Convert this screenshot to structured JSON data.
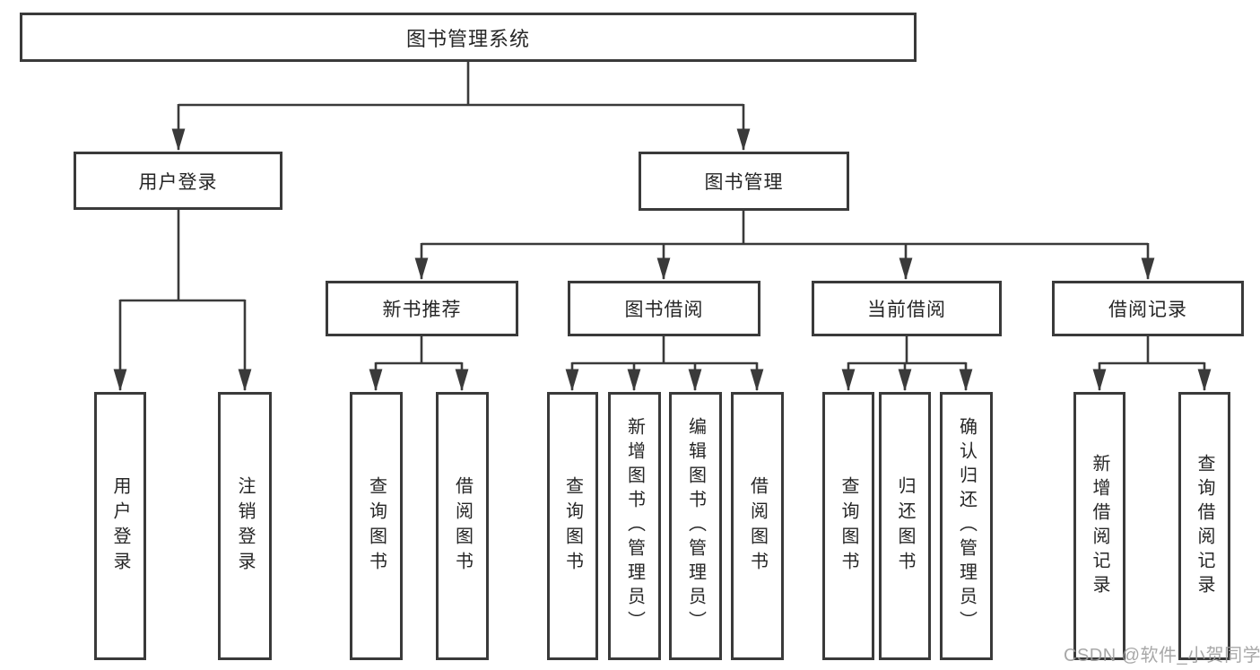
{
  "colors": {
    "line": "#3a3a3a",
    "text": "#262626",
    "watermark": "#9f9f9f",
    "background": "#ffffff"
  },
  "diagram_type": "hierarchy-tree",
  "nodes": {
    "root": "图书管理系统",
    "level2": [
      "用户登录",
      "图书管理"
    ],
    "level3": [
      "新书推荐",
      "图书借阅",
      "当前借阅",
      "借阅记录"
    ],
    "groups": [
      {
        "parent": "用户登录",
        "items": [
          "用户登录",
          "注销登录"
        ]
      },
      {
        "parent": "新书推荐",
        "items": [
          "查询图书",
          "借阅图书"
        ]
      },
      {
        "parent": "图书借阅",
        "items": [
          "查询图书",
          "新增图书（管理员）",
          "编辑图书（管理员）",
          "借阅图书"
        ]
      },
      {
        "parent": "当前借阅",
        "items": [
          "查询图书",
          "归还图书",
          "确认归还（管理员）"
        ]
      },
      {
        "parent": "借阅记录",
        "items": [
          "新增借阅记录",
          "查询借阅记录"
        ]
      }
    ]
  },
  "watermark": {
    "text": "CSDN @软件_小贺同学"
  }
}
